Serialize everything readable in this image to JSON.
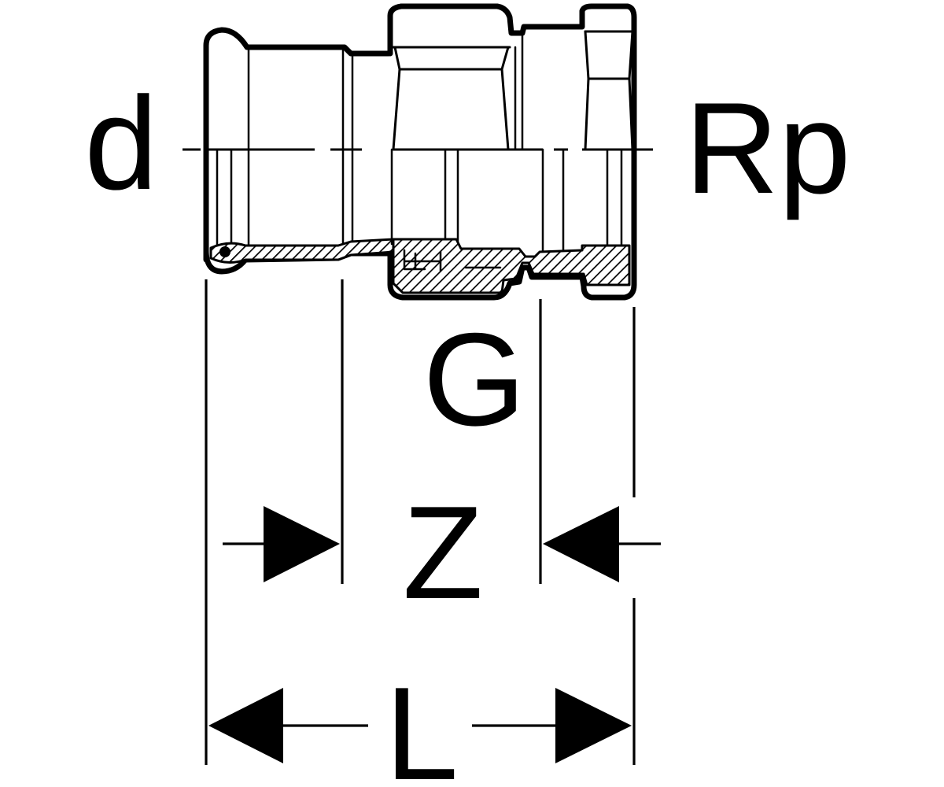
{
  "diagram": {
    "colors": {
      "line": "#000000",
      "background": "#ffffff"
    },
    "labels": {
      "d": "d",
      "rp": "Rp",
      "g": "G",
      "z": "Z",
      "l": "L"
    }
  }
}
